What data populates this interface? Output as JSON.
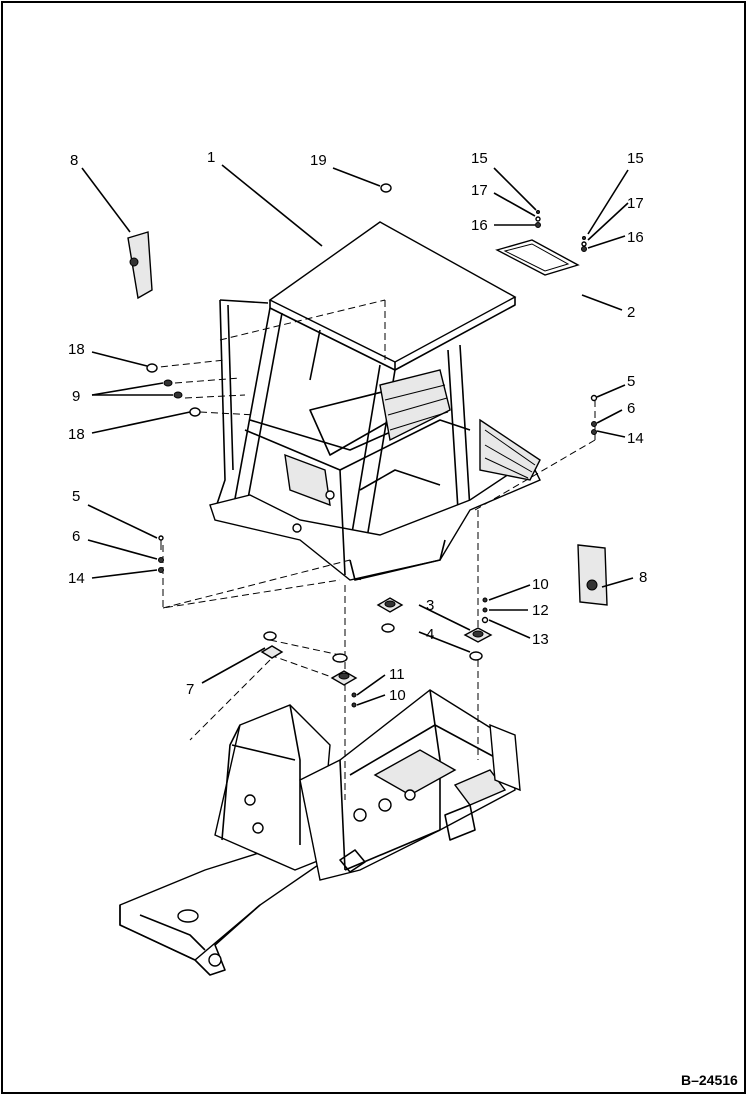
{
  "document_number": "B–24516",
  "callouts": [
    {
      "id": "c8a",
      "label": "8"
    },
    {
      "id": "c1",
      "label": "1"
    },
    {
      "id": "c19",
      "label": "19"
    },
    {
      "id": "c15a",
      "label": "15"
    },
    {
      "id": "c17a",
      "label": "17"
    },
    {
      "id": "c16a",
      "label": "16"
    },
    {
      "id": "c15b",
      "label": "15"
    },
    {
      "id": "c17b",
      "label": "17"
    },
    {
      "id": "c16b",
      "label": "16"
    },
    {
      "id": "c2",
      "label": "2"
    },
    {
      "id": "c18a",
      "label": "18"
    },
    {
      "id": "c9",
      "label": "9"
    },
    {
      "id": "c18b",
      "label": "18"
    },
    {
      "id": "c5a",
      "label": "5"
    },
    {
      "id": "c6a",
      "label": "6"
    },
    {
      "id": "c14a",
      "label": "14"
    },
    {
      "id": "c5b",
      "label": "5"
    },
    {
      "id": "c6b",
      "label": "6"
    },
    {
      "id": "c14b",
      "label": "14"
    },
    {
      "id": "c8b",
      "label": "8"
    },
    {
      "id": "c10a",
      "label": "10"
    },
    {
      "id": "c3",
      "label": "3"
    },
    {
      "id": "c12",
      "label": "12"
    },
    {
      "id": "c4",
      "label": "4"
    },
    {
      "id": "c13",
      "label": "13"
    },
    {
      "id": "c7",
      "label": "7"
    },
    {
      "id": "c11",
      "label": "11"
    },
    {
      "id": "c10b",
      "label": "10"
    }
  ]
}
